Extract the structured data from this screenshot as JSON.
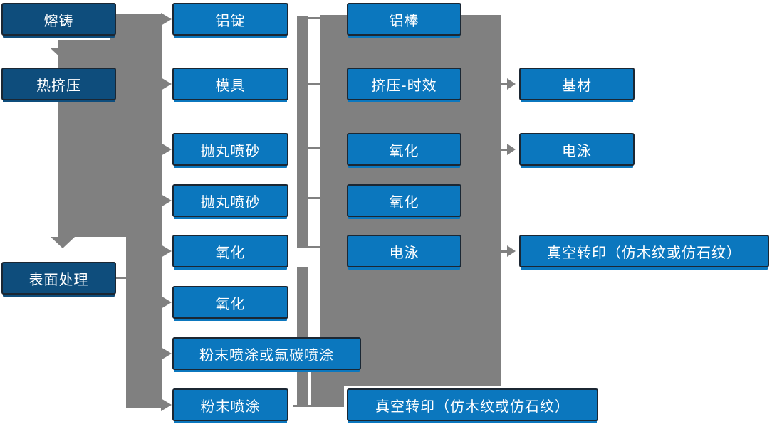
{
  "diagram": {
    "type": "process-flowchart",
    "language": "zh-CN",
    "columns": [
      {
        "role": "main-stages",
        "items": [
          "熔铸",
          "热挤压",
          "表面处理"
        ]
      },
      {
        "role": "preparation-steps",
        "items": [
          "铝锭",
          "模具",
          "抛丸喷砂",
          "抛丸喷砂",
          "氧化",
          "氧化",
          "粉末喷涂或氟碳喷涂",
          "粉末喷涂"
        ]
      },
      {
        "role": "processing-steps",
        "items": [
          "铝棒",
          "挤压-时效",
          "氧化",
          "氧化",
          "电泳",
          "真空转印（仿木纹或仿石纹）"
        ]
      },
      {
        "role": "finish-outputs",
        "items": [
          "基材",
          "电泳",
          "真空转印（仿木纹或仿石纹）"
        ]
      }
    ],
    "colors": {
      "stage_fill": "#0E4D7C",
      "step_fill": "#0B77BE",
      "connector_gray": "#808080",
      "text": "#FFFFFF",
      "border": "#1B2733",
      "background": "#FFFFFF"
    }
  }
}
